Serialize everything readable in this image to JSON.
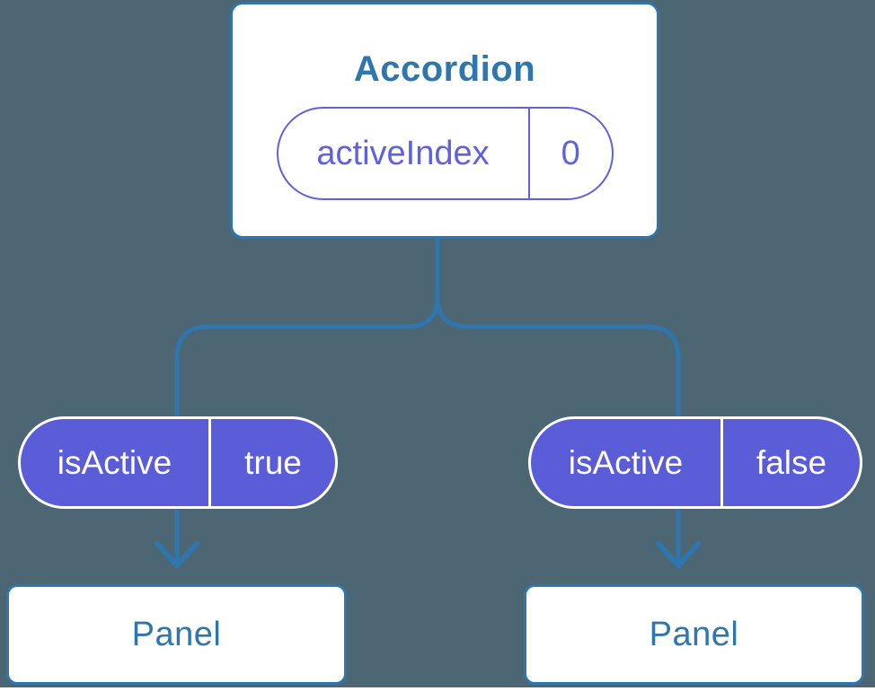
{
  "colors": {
    "background": "#4C6773",
    "line_blue": "#2E76AD",
    "text_blue": "#2E76AD",
    "purple_fill": "#5A5CD8",
    "purple_outline": "#5E61E0",
    "card_white": "#FFFFFF"
  },
  "diagram": {
    "root": {
      "title": "Accordion",
      "state_pill": {
        "name": "activeIndex",
        "value": "0"
      }
    },
    "props": [
      {
        "name": "isActive",
        "value": "true"
      },
      {
        "name": "isActive",
        "value": "false"
      }
    ],
    "children": [
      {
        "title": "Panel"
      },
      {
        "title": "Panel"
      }
    ]
  }
}
